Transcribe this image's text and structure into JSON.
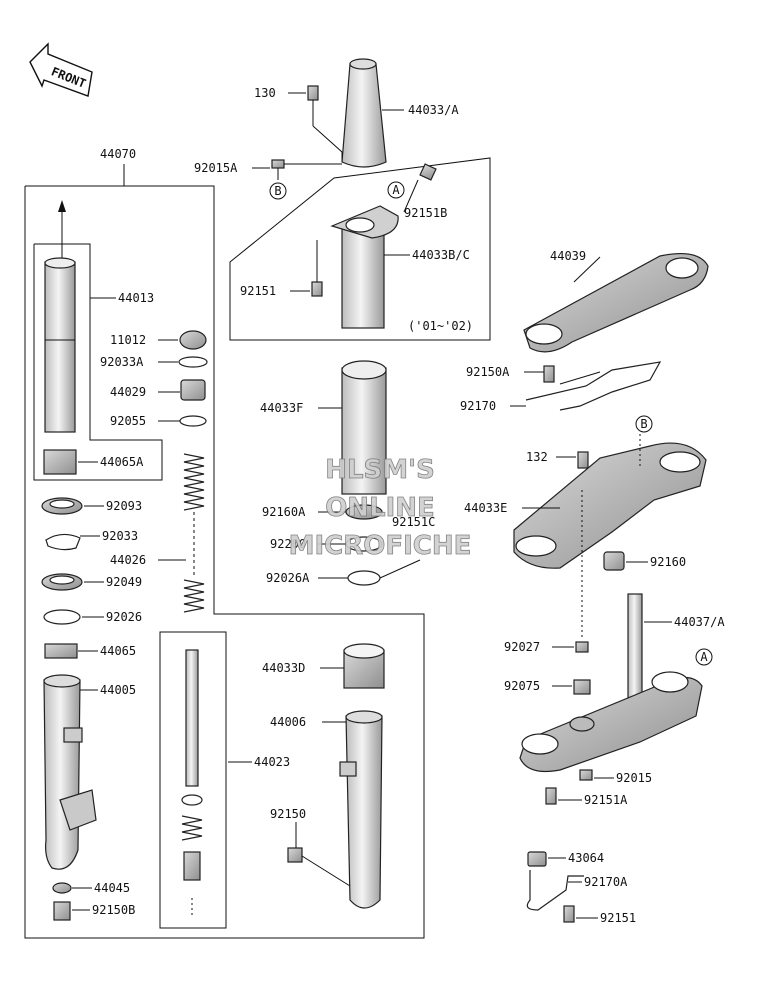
{
  "front_label": "FRONT",
  "watermark": [
    "HLSM'S",
    "ONLINE",
    "MICROFICHE"
  ],
  "year_note": "('01~'02)",
  "circle_refs": {
    "a": "A",
    "b": "B"
  },
  "parts": {
    "p130": "130",
    "p44033A": "44033/A",
    "p92015A": "92015A",
    "p44070": "44070",
    "p92151B": "92151B",
    "p44033BC": "44033B/C",
    "p92151_top": "92151",
    "p44013": "44013",
    "p11012": "11012",
    "p92033A": "92033A",
    "p44029": "44029",
    "p92055": "92055",
    "p44065A": "44065A",
    "p92093": "92093",
    "p92033": "92033",
    "p44026": "44026",
    "p92049": "92049",
    "p92026": "92026",
    "p44065": "44065",
    "p44005": "44005",
    "p44045": "44045",
    "p92150B": "92150B",
    "p44033F": "44033F",
    "p92160A": "92160A",
    "p92151C": "92151C",
    "p92200": "92200",
    "p92026A": "92026A",
    "p44033D": "44033D",
    "p44006": "44006",
    "p44023": "44023",
    "p92150": "92150",
    "p44039": "44039",
    "p92150A": "92150A",
    "p92170": "92170",
    "p132": "132",
    "p44033E": "44033E",
    "p92160": "92160",
    "p44037A": "44037/A",
    "p92027": "92027",
    "p92075": "92075",
    "p92015": "92015",
    "p92151A": "92151A",
    "p43064": "43064",
    "p92170A": "92170A",
    "p92151_bot": "92151"
  },
  "colors": {
    "line": "#111111",
    "part_fill": "#e2e2e2",
    "part_dark": "#8a8a8a",
    "watermark": "#cfcfcf"
  }
}
